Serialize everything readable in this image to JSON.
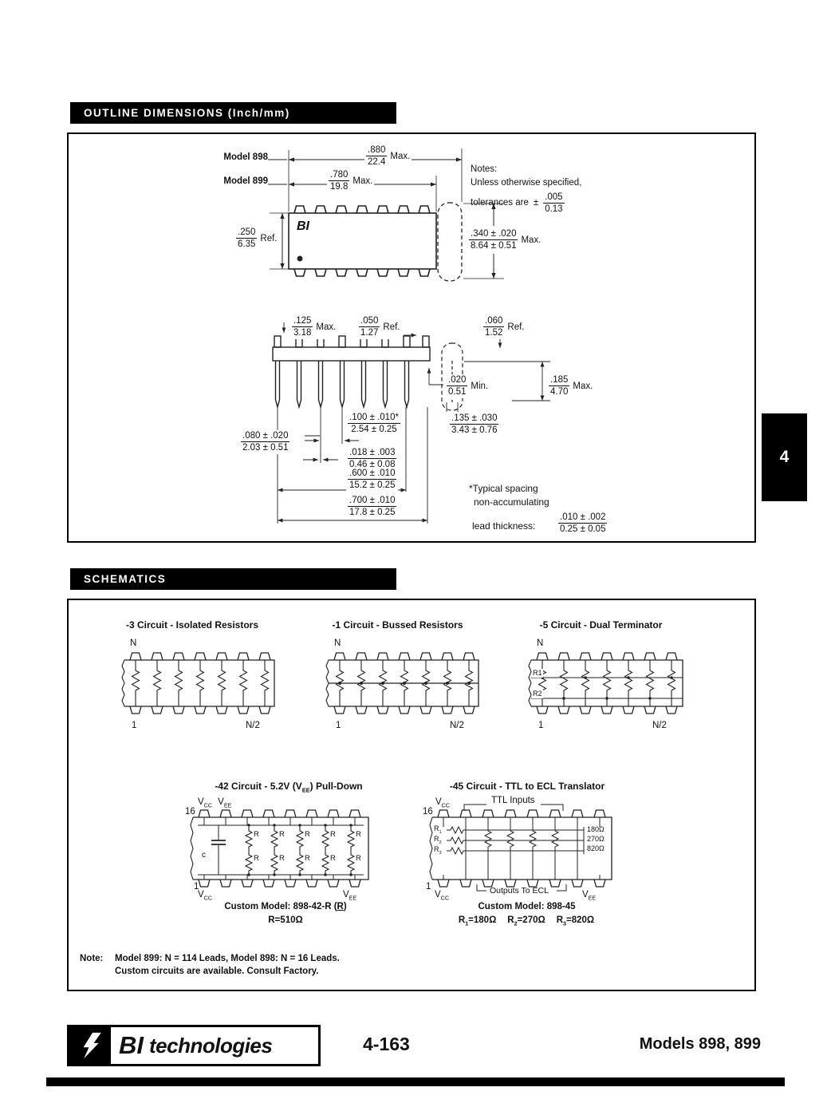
{
  "sections": {
    "outline_title": "OUTLINE DIMENSIONS (Inch/mm)",
    "schematics_title": "SCHEMATICS",
    "side_tab": "4"
  },
  "outline": {
    "model898_label": "Model 898",
    "model899_label": "Model 899",
    "chip_logo": "BI",
    "notes_line1": "Notes:",
    "notes_line2": "Unless otherwise specified,",
    "notes_line3": "tolerances are",
    "notes_pm": "±",
    "tol": {
      "top": ".005",
      "bot": "0.13"
    },
    "d880": {
      "top": ".880",
      "bot": "22.4",
      "sfx": "Max."
    },
    "d780": {
      "top": ".780",
      "bot": "19.8",
      "sfx": "Max."
    },
    "d250": {
      "top": ".250",
      "bot": "6.35",
      "sfx": "Ref."
    },
    "d340": {
      "top": ".340 ± .020",
      "bot": "8.64 ± 0.51",
      "sfx": "Max."
    },
    "d125": {
      "top": ".125",
      "bot": "3.18",
      "sfx": "Max."
    },
    "d050": {
      "top": ".050",
      "bot": "1.27",
      "sfx": "Ref."
    },
    "d060": {
      "top": ".060",
      "bot": "1.52",
      "sfx": "Ref."
    },
    "d020": {
      "top": ".020",
      "bot": "0.51",
      "sfx": "Min."
    },
    "d185": {
      "top": ".185",
      "bot": "4.70",
      "sfx": "Max."
    },
    "d100": {
      "top": ".100 ± .010*",
      "bot": "2.54 ± 0.25",
      "sfx": ""
    },
    "d018": {
      "top": ".018 ± .003",
      "bot": "0.46 ± 0.08",
      "sfx": ""
    },
    "d600": {
      "top": ".600 ± .010",
      "bot": "15.2 ± 0.25",
      "sfx": ""
    },
    "d700": {
      "top": ".700 ± .010",
      "bot": "17.8 ± 0.25",
      "sfx": ""
    },
    "d080": {
      "top": ".080 ± .020",
      "bot": "2.03 ± 0.51",
      "sfx": ""
    },
    "d135": {
      "top": ".135 ± .030",
      "bot": "3.43 ± 0.76",
      "sfx": ""
    },
    "typical_line1": "*Typical spacing",
    "typical_line2": "non-accumulating",
    "lead_thickness_label": "lead thickness:",
    "dlead": {
      "top": ".010 ± .002",
      "bot": "0.25 ± 0.05"
    }
  },
  "schematics": {
    "iso": {
      "title": "-3 Circuit - Isolated Resistors",
      "n": "N",
      "one": "1",
      "nhalf": "N/2"
    },
    "bus": {
      "title": "-1 Circuit - Bussed Resistors",
      "n": "N",
      "one": "1",
      "nhalf": "N/2"
    },
    "dual": {
      "title": "-5 Circuit - Dual Terminator",
      "n": "N",
      "one": "1",
      "nhalf": "N/2",
      "r1": "R1",
      "r2": "R2"
    },
    "c42": {
      "title_main": "-42 Circuit - 5.2V (V",
      "title_sub": "EE",
      "title_end": ") Pull-Down",
      "v": "V",
      "cc": "CC",
      "ee": "EE",
      "pin16": "16",
      "pin1": "1",
      "r": "R",
      "cap": "c",
      "custom_prefix": "Custom Model: 898-42-R (",
      "custom_r": "R",
      "custom_suffix": ")",
      "r_value": "R=510Ω"
    },
    "c45": {
      "title": "-45 Circuit - TTL to ECL Translator",
      "ttl_inputs": "TTL Inputs",
      "outputs_to_ecl": "Outputs To ECL",
      "v": "V",
      "cc": "CC",
      "ee": "EE",
      "pin16": "16",
      "pin1": "1",
      "r": "R",
      "sub1": "1",
      "sub2": "2",
      "sub3": "3",
      "val1": "180Ω",
      "val2": "270Ω",
      "val3": "820Ω",
      "custom_model": "Custom Model: 898-45",
      "rv1": "=180Ω",
      "rv2": "=270Ω",
      "rv3": "=820Ω"
    },
    "note_label": "Note:",
    "note_line1": "Model 899: N = 114 Leads, Model 898: N = 16 Leads.",
    "note_line2": "Custom circuits are available.  Consult Factory."
  },
  "footer": {
    "logo_icon": "lightning-bolt-icon",
    "brand_bi": "BI",
    "brand_rest": "technologies",
    "page_number": "4-163",
    "models_label": "Models 898, 899"
  }
}
